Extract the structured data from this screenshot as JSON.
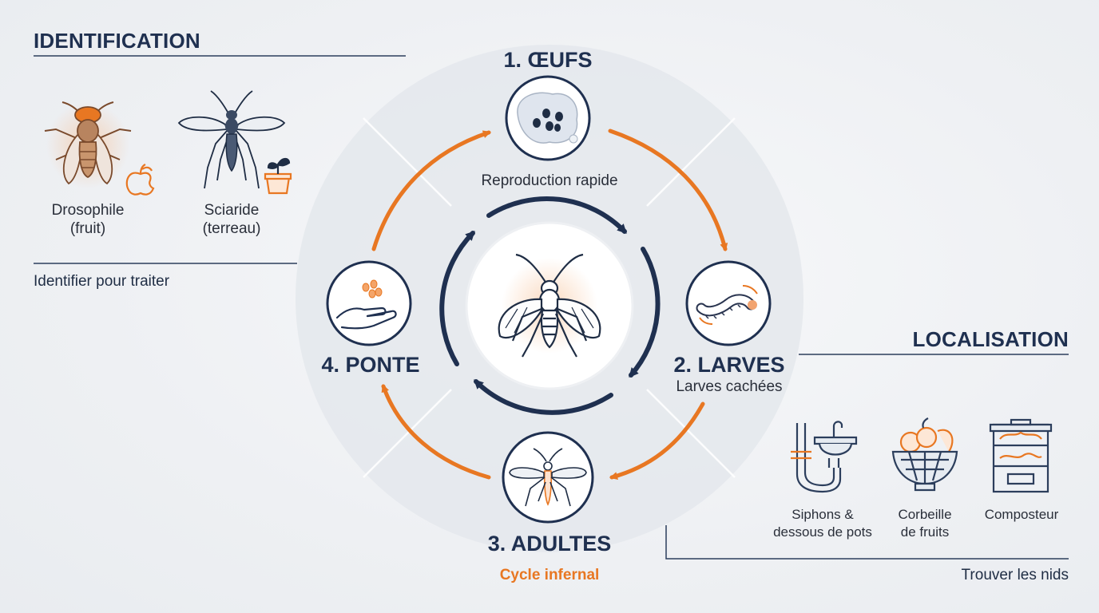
{
  "identification": {
    "title": "IDENTIFICATION",
    "species": [
      {
        "name": "Drosophile",
        "note": "(fruit)"
      },
      {
        "name": "Sciaride",
        "note": "(terreau)"
      }
    ],
    "footer": "Identifier pour traiter"
  },
  "cycle": {
    "stages": [
      {
        "label": "1. ŒUFS",
        "caption": "Reproduction rapide"
      },
      {
        "label": "2. LARVES",
        "caption": "Larves cachées"
      },
      {
        "label": "3. ADULTES",
        "caption": "Cycle infernal"
      },
      {
        "label": "4. PONTE"
      }
    ]
  },
  "localisation": {
    "title": "LOCALISATION",
    "places": [
      {
        "line1": "Siphons &",
        "line2": "dessous de pots"
      },
      {
        "line1": "Corbeille",
        "line2": "de fruits"
      },
      {
        "line1": "Composteur",
        "line2": ""
      }
    ],
    "footer": "Trouver les nids"
  },
  "colors": {
    "navy": "#1f3050",
    "orange": "#e87722",
    "halo": "#e3e6eb"
  }
}
